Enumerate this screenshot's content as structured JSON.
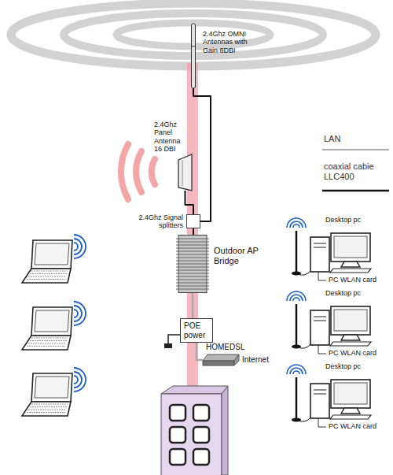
{
  "diagram": {
    "nodes": [
      {
        "text": [
          "2.4Ghz OMNI Antennas with Gain 8DBI"
        ]
      },
      {
        "text": [
          "2.4Ghz Panel Antenna 16 DBI"
        ]
      },
      {
        "text": [
          "2.4Ghz Signal splitters"
        ]
      },
      {
        "text": [
          "Outdoor AP Bridge"
        ]
      },
      {
        "text": [
          "POE power"
        ]
      },
      {
        "text": [
          "HOMEDSL",
          "Internet"
        ]
      },
      {
        "text": [
          "Desktop pc",
          "PC WLAN card"
        ]
      },
      {
        "text": [
          "Desktop pc",
          "PC WLAN card"
        ]
      },
      {
        "text": [
          "Desktop pc",
          "PC WLAN card"
        ]
      }
    ],
    "edges": [
      {
        "from": 0,
        "to": 2,
        "arrow": "none"
      },
      {
        "from": 1,
        "to": 2,
        "arrow": "none"
      },
      {
        "from": 2,
        "to": 3,
        "arrow": "none"
      },
      {
        "from": 3,
        "to": 4,
        "arrow": "none"
      },
      {
        "from": 4,
        "to": 5,
        "arrow": "none"
      }
    ],
    "legend": [
      {
        "text": "LAN"
      },
      {
        "text": "coaxial cabie LLC400"
      }
    ]
  }
}
